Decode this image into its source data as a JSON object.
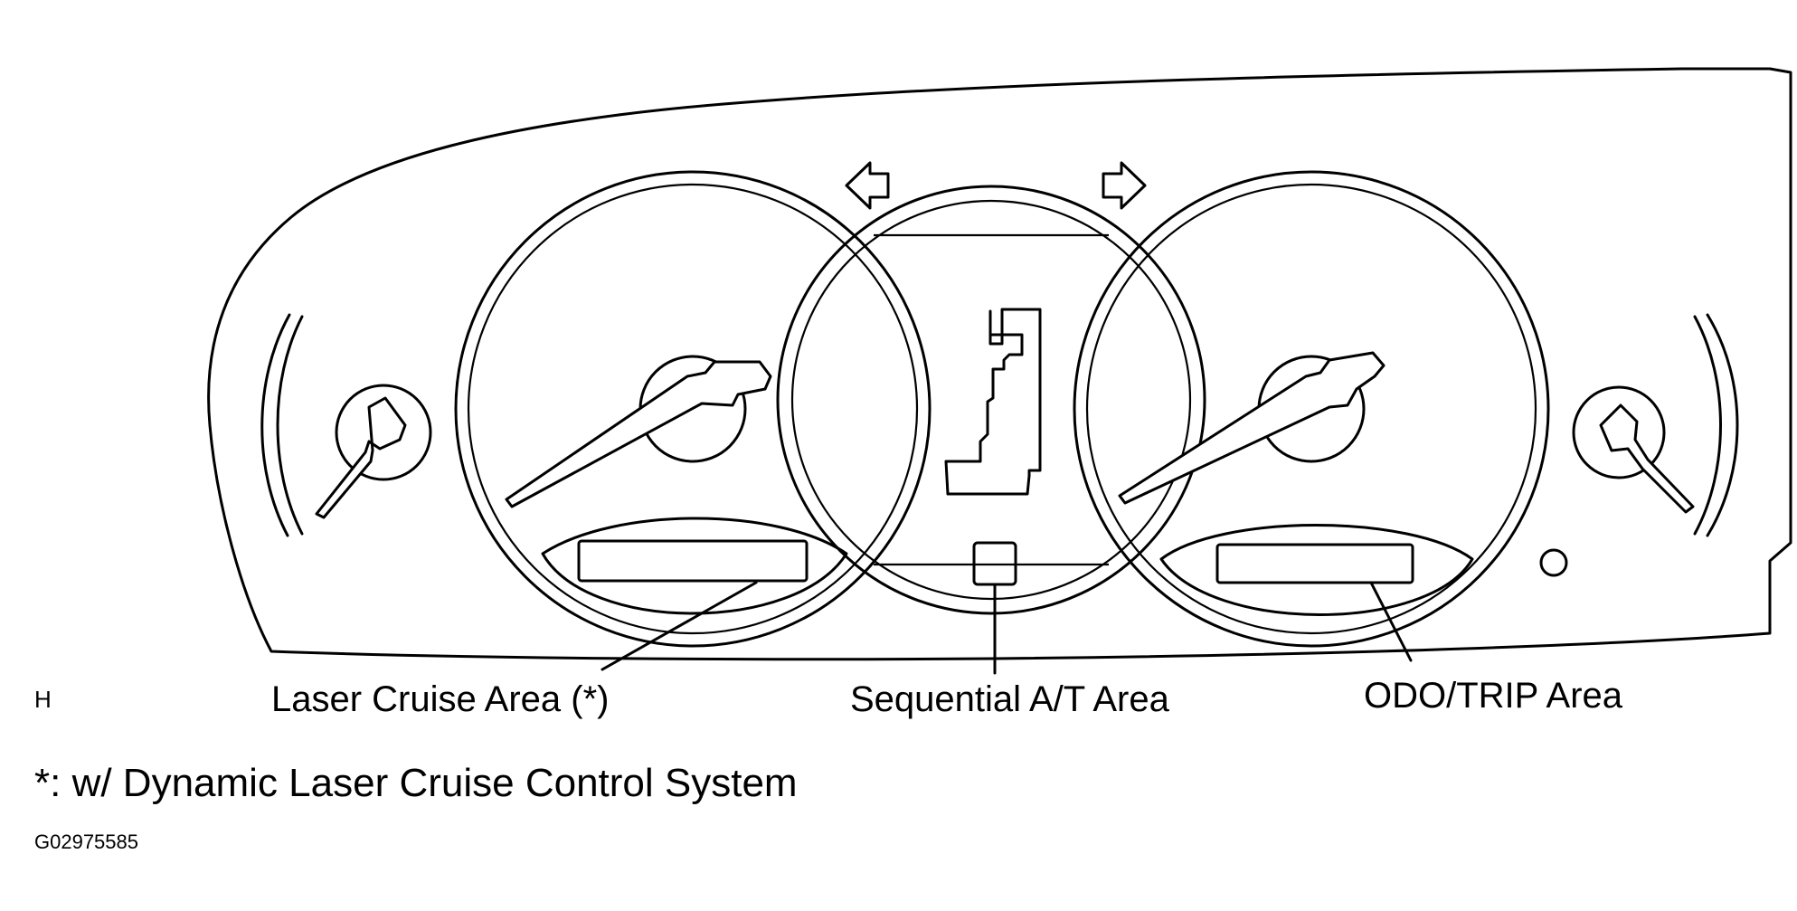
{
  "labels": {
    "laser_cruise": "Laser Cruise Area (*)",
    "sequential_at": "Sequential A/T Area",
    "odo_trip": "ODO/TRIP Area",
    "corner_mark": "H",
    "footnote": "*: w/ Dynamic Laser Cruise Control System",
    "figure_id": "G02975585"
  },
  "icons": {
    "left_turn": "left-arrow-outline",
    "right_turn": "right-arrow-outline"
  },
  "colors": {
    "ink": "#000000",
    "paper": "#ffffff"
  }
}
